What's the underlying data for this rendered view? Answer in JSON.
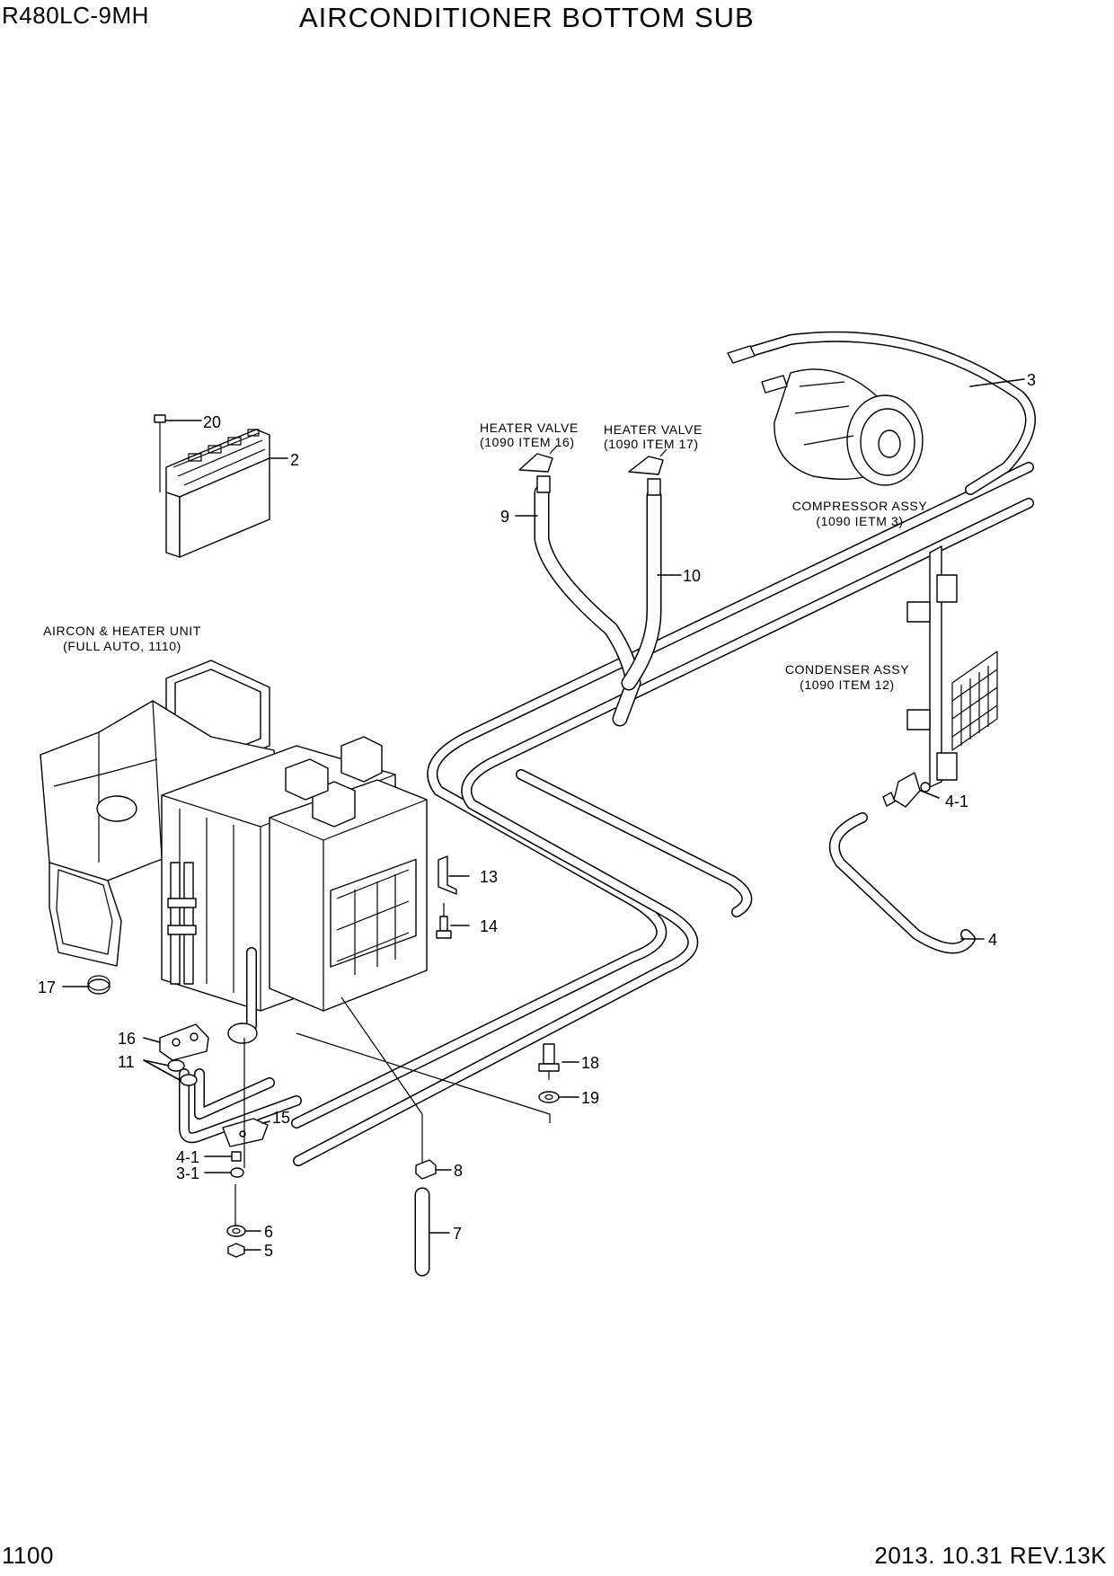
{
  "header": {
    "model": "R480LC-9MH",
    "title": "AIRCONDITIONER BOTTOM SUB"
  },
  "footer": {
    "page_number": "1100",
    "revision": "2013. 10.31  REV.13K"
  },
  "captions": {
    "heater_valve_16": [
      "HEATER VALVE",
      "(1090 ITEM 16)"
    ],
    "heater_valve_17": [
      "HEATER VALVE",
      "(1090 ITEM 17)"
    ],
    "compressor": [
      "COMPRESSOR ASSY",
      "(1090 IETM 3)"
    ],
    "condenser": [
      "CONDENSER ASSY",
      "(1090 ITEM 12)"
    ],
    "aircon_unit": [
      "AIRCON & HEATER UNIT",
      "(FULL AUTO, 1110)"
    ]
  },
  "callouts": [
    "20",
    "2",
    "3",
    "9",
    "10",
    "4-1",
    "13",
    "14",
    "4",
    "17",
    "16",
    "11",
    "18",
    "19",
    "15",
    "4-1",
    "3-1",
    "8",
    "6",
    "5",
    "7"
  ]
}
